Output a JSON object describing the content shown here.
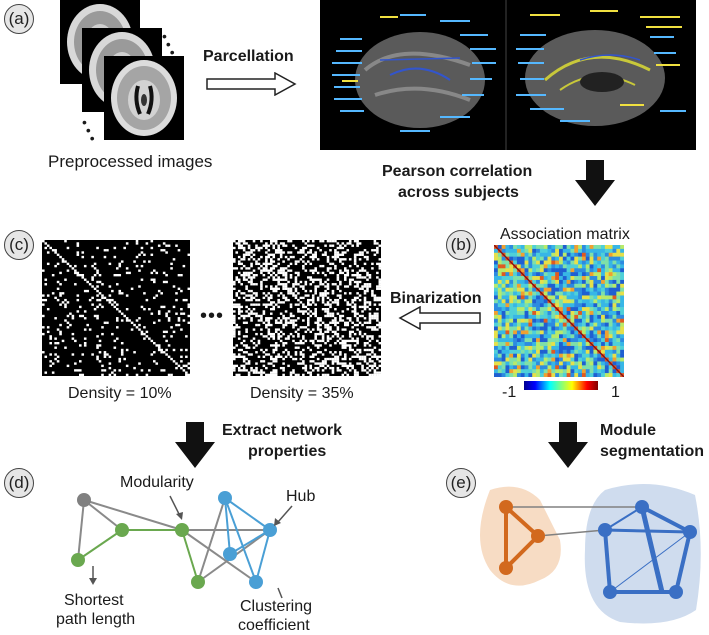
{
  "panels": {
    "a": "(a)",
    "b": "(b)",
    "c": "(c)",
    "d": "(d)",
    "e": "(e)"
  },
  "steps": {
    "preprocessed": "Preprocessed images",
    "parcellation": "Parcellation",
    "pearson_line1": "Pearson correlation",
    "pearson_line2": "across subjects",
    "association": "Association matrix",
    "binarization": "Binarization",
    "extract_line1": "Extract network",
    "extract_line2": "properties",
    "module_line1": "Module",
    "module_line2": "segmentation"
  },
  "densities": {
    "low": "Density = 10%",
    "high": "Density = 35%",
    "ellipsis": "•••"
  },
  "colorbar": {
    "min": "-1",
    "max": "1"
  },
  "network_labels": {
    "modularity": "Modularity",
    "hub": "Hub",
    "shortest_line1": "Shortest",
    "shortest_line2": "path length",
    "clustering_line1": "Clustering",
    "clustering_line2": "coefficient"
  },
  "colors": {
    "green": "#6aa84f",
    "blue": "#4a9fd5",
    "gray": "#808080",
    "orange": "#d2691e",
    "orange_bg": "#f7dcc4",
    "module_blue": "#3a6fc4",
    "module_blue_bg": "#cfdcee"
  }
}
